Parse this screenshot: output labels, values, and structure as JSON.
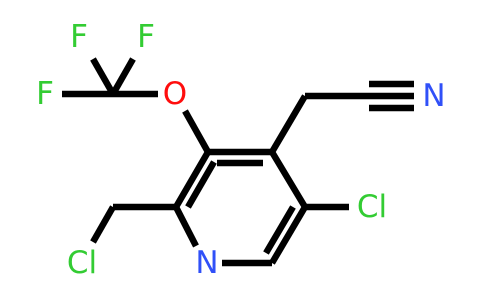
{
  "molecule": {
    "colors": {
      "bond": "#000000",
      "F": "#33cc33",
      "O": "#ff0d0d",
      "N": "#3050f8",
      "Cl": "#33cc33"
    },
    "atoms": {
      "f_top_left": "F",
      "f_top_right": "F",
      "f_left": "F",
      "o_ether": "O",
      "n_nitrile": "N",
      "cl_ring": "Cl",
      "cl_chloromethyl": "Cl",
      "n_ring": "N"
    }
  }
}
